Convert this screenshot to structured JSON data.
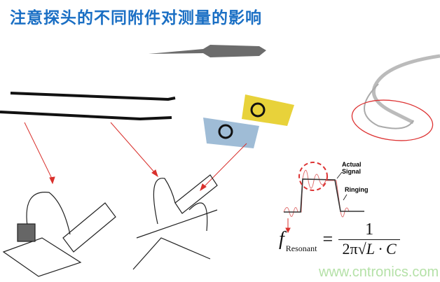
{
  "slide": {
    "title": "注意探头的不同附件对测量的影响",
    "annotations": {
      "actual_signal_line1": "Actual",
      "actual_signal_line2": "Signal",
      "ringing": "Ringing"
    },
    "formula": {
      "symbol": "f",
      "subscript": "Resonant",
      "equals": "=",
      "numerator": "1",
      "denominator_prefix": "2π",
      "denominator_radicand": "L · C"
    },
    "watermark": "www.cntronics.com",
    "colors": {
      "title": "#1a6fc4",
      "arrow": "#d9302c",
      "signal": "#333333",
      "ringing": "#e07070"
    }
  }
}
